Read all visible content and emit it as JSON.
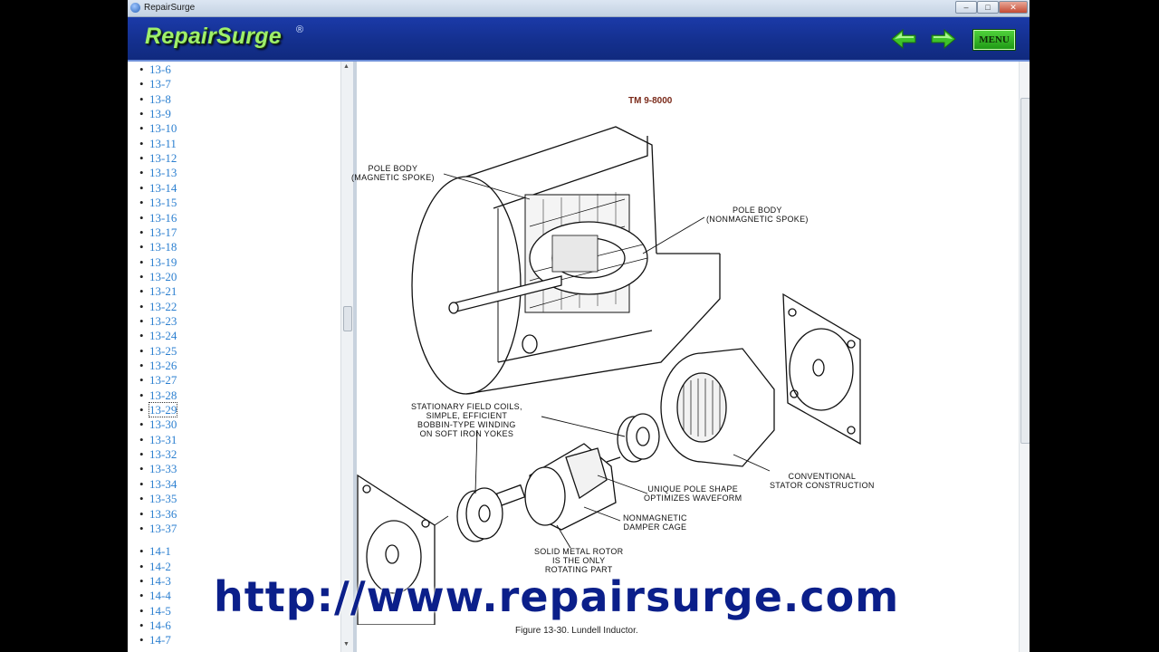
{
  "window": {
    "title": "RepairSurge",
    "controls": {
      "minimize": "–",
      "maximize": "□",
      "close": "✕"
    }
  },
  "header": {
    "logo": "RepairSurge",
    "logo_mark": "®",
    "back_icon": "arrow-left-icon",
    "forward_icon": "arrow-right-icon",
    "menu_label": "MENU",
    "accent_color": "#3ec22a",
    "bar_color": "#14308f"
  },
  "sidebar": {
    "link_color": "#2b7fd0",
    "items": [
      "13-6",
      "13-7",
      "13-8",
      "13-9",
      "13-10",
      "13-11",
      "13-12",
      "13-13",
      "13-14",
      "13-15",
      "13-16",
      "13-17",
      "13-18",
      "13-19",
      "13-20",
      "13-21",
      "13-22",
      "13-23",
      "13-24",
      "13-25",
      "13-26",
      "13-27",
      "13-28",
      "13-29",
      "13-30",
      "13-31",
      "13-32",
      "13-33",
      "13-34",
      "13-35",
      "13-36",
      "13-37",
      "14-1",
      "14-2",
      "14-3",
      "14-4",
      "14-5",
      "14-6",
      "14-7"
    ],
    "active_item": "13-29"
  },
  "document": {
    "doc_id": "TM 9-8000",
    "callouts": {
      "pole_body_magnetic": "POLE BODY\n(MAGNETIC SPOKE)",
      "pole_body_nonmagnetic": "POLE BODY\n(NONMAGNETIC SPOKE)",
      "stationary_coils": "STATIONARY FIELD COILS,\nSIMPLE, EFFICIENT\nBOBBIN-TYPE WINDING\nON SOFT IRON YOKES",
      "pole_shape": "UNIQUE POLE SHAPE\nOPTIMIZES WAVEFORM",
      "stator": "CONVENTIONAL\nSTATOR CONSTRUCTION",
      "damper": "NONMAGNETIC\nDAMPER CAGE",
      "rotor": "SOLID METAL ROTOR\nIS THE ONLY\nROTATING PART"
    },
    "caption": "Figure 13-30. Lundell Inductor."
  },
  "watermark": "http://www.repairsurge.com"
}
